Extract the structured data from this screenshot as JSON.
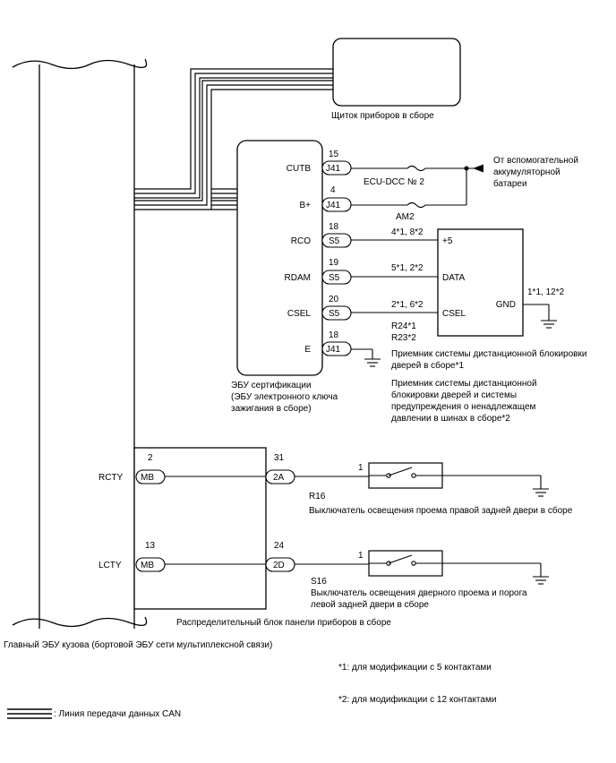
{
  "labels": {
    "instrument_cluster": "Щиток приборов в сборе",
    "ecu_cert_1": "ЭБУ сертификации",
    "ecu_cert_2": "(ЭБУ электронного ключа",
    "ecu_cert_3": "зажигания в сборе)",
    "aux_battery_1": "От вспомогательной",
    "aux_battery_2": "аккумуляторной",
    "aux_battery_3": "батареи",
    "fuse_ecu_dcc": "ECU-DCC № 2",
    "fuse_am2": "AM2",
    "receiver_1": "Приемник системы дистанционной блокировки",
    "receiver_2": "дверей в сборе*1",
    "receiver2_1": "Приемник системы дистанционной",
    "receiver2_2": "блокировки дверей и системы",
    "receiver2_3": "предупреждения о ненадлежащем",
    "receiver2_4": "давлении в шинах в сборе*2",
    "r24": "R24*1",
    "r23": "R23*2",
    "switch_r16_ref": "R16",
    "switch_r16_desc": "Выключатель освещения проема правой задней двери в сборе",
    "switch_s16_ref": "S16",
    "switch_s16_desc_1": "Выключатель освещения дверного проема и порога",
    "switch_s16_desc_2": "левой задней двери в сборе",
    "junction_block": "Распределительный блок панели приборов в сборе",
    "main_ecu": "Главный ЭБУ кузова (бортовой ЭБУ сети мультиплексной связи)",
    "note1": "*1: для модификации с 5 контактами",
    "note2": "*2: для модификации с 12 контактами",
    "legend_can": ": Линия передачи данных CAN"
  },
  "ecu_pins": [
    {
      "name": "CUTB",
      "connector": "J41",
      "pin": "15"
    },
    {
      "name": "B+",
      "connector": "J41",
      "pin": "4"
    },
    {
      "name": "RCO",
      "connector": "S5",
      "pin": "18"
    },
    {
      "name": "RDAM",
      "connector": "S5",
      "pin": "19"
    },
    {
      "name": "CSEL",
      "connector": "S5",
      "pin": "20"
    },
    {
      "name": "E",
      "connector": "J41",
      "pin": "18"
    }
  ],
  "receiver": {
    "pins": [
      "+5",
      "DATA",
      "CSEL",
      "GND"
    ],
    "wires": [
      "4*1, 8*2",
      "5*1, 2*2",
      "2*1, 6*2",
      "1*1, 12*2"
    ]
  },
  "junction_rows": [
    {
      "signal": "RCTY",
      "left_pin": "2",
      "left_conn": "MB",
      "right_pin": "31",
      "right_conn": "2A",
      "switch_pin": "1"
    },
    {
      "signal": "LCTY",
      "left_pin": "13",
      "left_conn": "MB",
      "right_pin": "24",
      "right_conn": "2D",
      "switch_pin": "1"
    }
  ]
}
